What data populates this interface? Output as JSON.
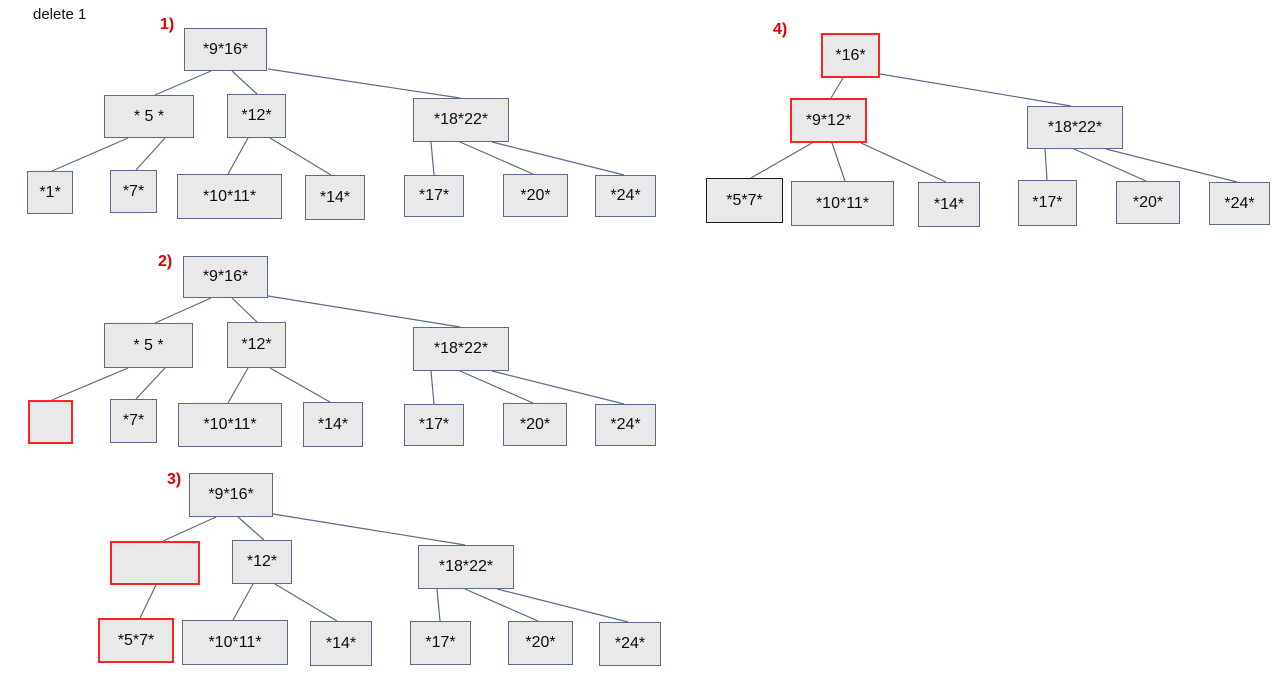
{
  "title": "delete 1",
  "colors": {
    "node_fill": "#e9e9e9",
    "node_border": "#5b6b87",
    "edge": "#5b6b87",
    "highlight_border": "#ff2222",
    "black_border": "#1c1c1c",
    "step_label_color": "#dd0000"
  },
  "steps": [
    {
      "label": "1)",
      "nodes": [
        {
          "id": "root",
          "label": "*9*16*",
          "highlight": false
        },
        {
          "id": "n5",
          "label": "* 5 *",
          "highlight": false
        },
        {
          "id": "n12",
          "label": "*12*",
          "highlight": false
        },
        {
          "id": "n1822",
          "label": "*18*22*",
          "highlight": false
        },
        {
          "id": "l1",
          "label": "*1*",
          "highlight": false
        },
        {
          "id": "l7",
          "label": "*7*",
          "highlight": false
        },
        {
          "id": "l1011",
          "label": "*10*11*",
          "highlight": false
        },
        {
          "id": "l14",
          "label": "*14*",
          "highlight": false
        },
        {
          "id": "l17",
          "label": "*17*",
          "highlight": false
        },
        {
          "id": "l20",
          "label": "*20*",
          "highlight": false
        },
        {
          "id": "l24",
          "label": "*24*",
          "highlight": false
        }
      ]
    },
    {
      "label": "2)",
      "nodes": [
        {
          "id": "root",
          "label": "*9*16*",
          "highlight": false
        },
        {
          "id": "n5",
          "label": "* 5 *",
          "highlight": false
        },
        {
          "id": "n12",
          "label": "*12*",
          "highlight": false
        },
        {
          "id": "n1822",
          "label": "*18*22*",
          "highlight": false
        },
        {
          "id": "lempty",
          "label": "",
          "highlight": true
        },
        {
          "id": "l7",
          "label": "*7*",
          "highlight": false
        },
        {
          "id": "l1011",
          "label": "*10*11*",
          "highlight": false
        },
        {
          "id": "l14",
          "label": "*14*",
          "highlight": false
        },
        {
          "id": "l17",
          "label": "*17*",
          "highlight": false
        },
        {
          "id": "l20",
          "label": "*20*",
          "highlight": false
        },
        {
          "id": "l24",
          "label": "*24*",
          "highlight": false
        }
      ]
    },
    {
      "label": "3)",
      "nodes": [
        {
          "id": "root",
          "label": "*9*16*",
          "highlight": false
        },
        {
          "id": "nempty",
          "label": "",
          "highlight": true
        },
        {
          "id": "n12",
          "label": "*12*",
          "highlight": false
        },
        {
          "id": "n1822",
          "label": "*18*22*",
          "highlight": false
        },
        {
          "id": "l57",
          "label": "*5*7*",
          "highlight": true
        },
        {
          "id": "l1011",
          "label": "*10*11*",
          "highlight": false
        },
        {
          "id": "l14",
          "label": "*14*",
          "highlight": false
        },
        {
          "id": "l17",
          "label": "*17*",
          "highlight": false
        },
        {
          "id": "l20",
          "label": "*20*",
          "highlight": false
        },
        {
          "id": "l24",
          "label": "*24*",
          "highlight": false
        }
      ]
    },
    {
      "label": "4)",
      "nodes": [
        {
          "id": "root16",
          "label": "*16*",
          "highlight": true
        },
        {
          "id": "n912",
          "label": "*9*12*",
          "highlight": true
        },
        {
          "id": "n1822",
          "label": "*18*22*",
          "highlight": false
        },
        {
          "id": "l57",
          "label": "*5*7*",
          "highlight": false,
          "black_border": true
        },
        {
          "id": "l1011",
          "label": "*10*11*",
          "highlight": false
        },
        {
          "id": "l14",
          "label": "*14*",
          "highlight": false
        },
        {
          "id": "l17",
          "label": "*17*",
          "highlight": false
        },
        {
          "id": "l20",
          "label": "*20*",
          "highlight": false
        },
        {
          "id": "l24",
          "label": "*24*",
          "highlight": false
        }
      ]
    }
  ]
}
